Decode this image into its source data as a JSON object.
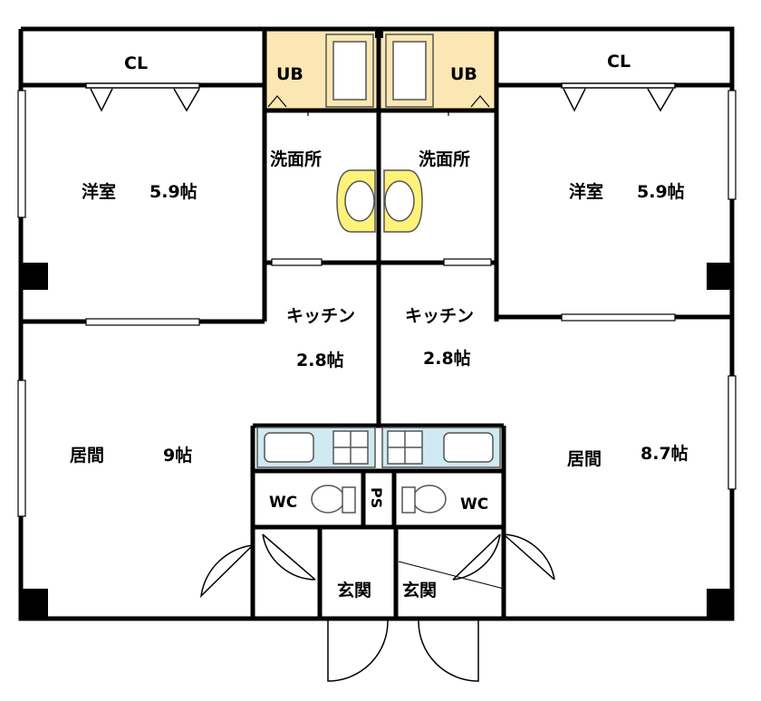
{
  "labels": {
    "closet_left": "CL",
    "closet_right": "CL",
    "bath_left": "UB",
    "bath_right": "UB",
    "washroom_left": "洗面所",
    "washroom_right": "洗面所",
    "bedroom_left_name": "洋室",
    "bedroom_left_size": "5.9帖",
    "bedroom_right_name": "洋室",
    "bedroom_right_size": "5.9帖",
    "kitchen_left_name": "キッチン",
    "kitchen_left_size": "2.8帖",
    "kitchen_right_name": "キッチン",
    "kitchen_right_size": "2.8帖",
    "living_left_name": "居間",
    "living_left_size": "9帖",
    "living_right_name": "居間",
    "living_right_size": "8.7帖",
    "toilet_left": "WC",
    "toilet_right": "WC",
    "pipe_space": "PS",
    "entrance_left": "玄関",
    "entrance_right": "玄関"
  },
  "colors": {
    "wall": "#000000",
    "bath_fill": "#fbe7b3",
    "basin_fill": "#fff27a",
    "sink_fill": "#cfeaf2",
    "fixture_line": "#555555",
    "background": "#ffffff"
  }
}
